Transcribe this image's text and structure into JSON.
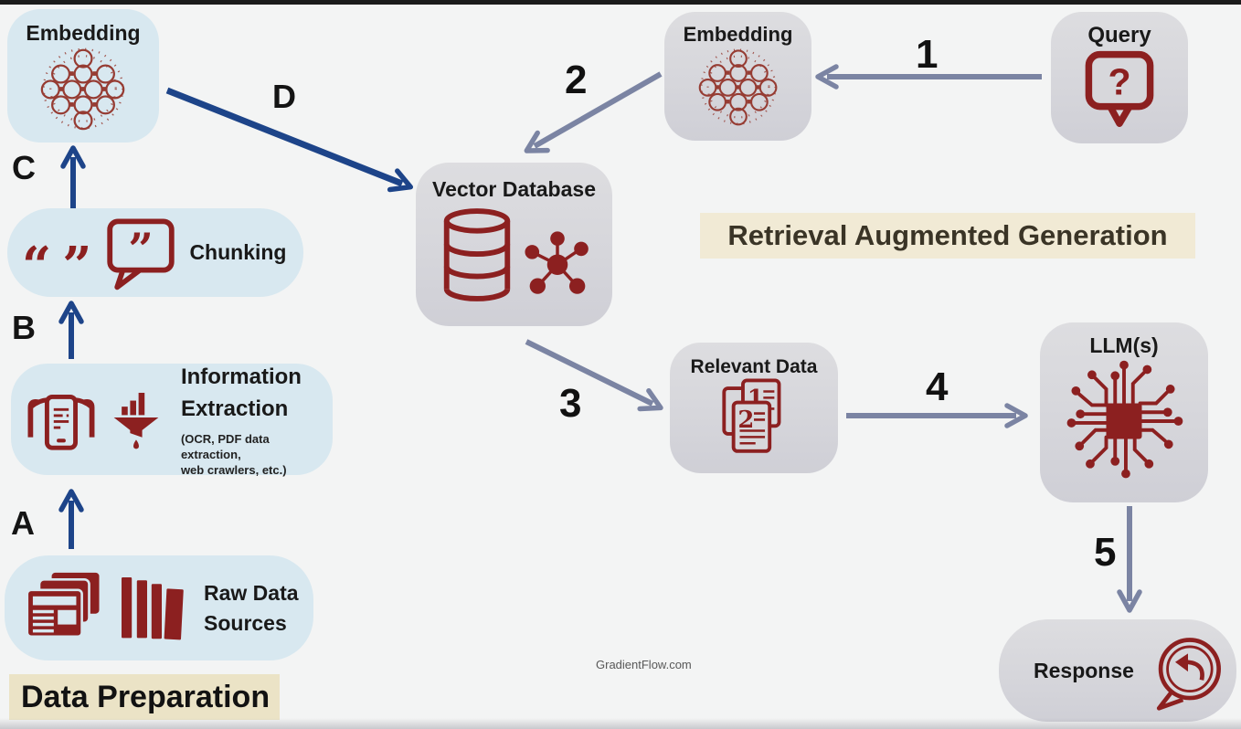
{
  "titles": {
    "data_preparation": "Data Preparation",
    "rag": "Retrieval Augmented Generation",
    "watermark": "GradientFlow.com"
  },
  "nodes": {
    "embedding_left": {
      "label": "Embedding"
    },
    "chunking": {
      "label": "Chunking",
      "quote_open": "“",
      "quote_close": "”",
      "bubble_quote": "”"
    },
    "information_extraction": {
      "line1": "Information",
      "line2": "Extraction",
      "sub1": "(OCR, PDF data extraction,",
      "sub2": "web crawlers, etc.)"
    },
    "raw_data_sources": {
      "line1": "Raw Data",
      "line2": "Sources"
    },
    "embedding_right": {
      "label": "Embedding"
    },
    "query": {
      "label": "Query",
      "glyph": "?"
    },
    "vector_database": {
      "label": "Vector Database"
    },
    "relevant_data": {
      "label": "Relevant Data",
      "doc1": "1",
      "doc2": "2"
    },
    "llms": {
      "label": "LLM(s)"
    },
    "response": {
      "label": "Response"
    }
  },
  "steps": {
    "a": "A",
    "b": "B",
    "c": "C",
    "d": "D",
    "n1": "1",
    "n2": "2",
    "n3": "3",
    "n4": "4",
    "n5": "5"
  },
  "colors": {
    "accent_red": "#8c2020",
    "neural_red": "#9c4a42",
    "navy_arrow": "#1d4489",
    "gray_arrow": "#7b84a3",
    "blue_box": "#d8e8f0",
    "gray_box": "#d8d8dc",
    "beige_band": "#f1ead5",
    "beige_band_dark": "#ebe3c6",
    "top_bar": "#1b1b1b",
    "background": "#f3f4f4"
  }
}
